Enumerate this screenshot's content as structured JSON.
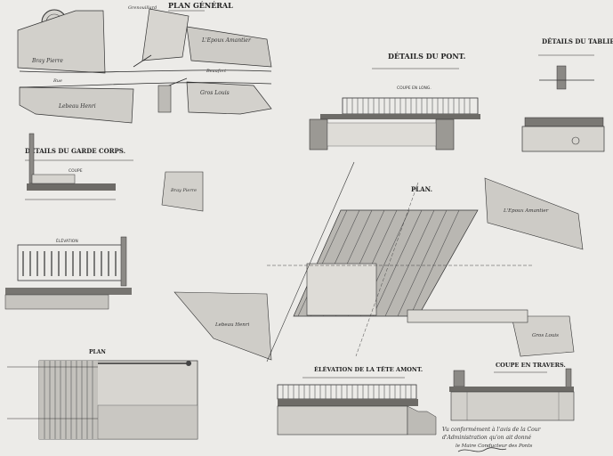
{
  "plan_general": {
    "title": "PLAN GÉNÉRAL",
    "labels": [
      "Grenouillard",
      "L'Epoux Amantier",
      "Beaufort",
      "Bray Pierre",
      "Rue",
      "Gros Louis",
      "Lebeau Henri"
    ]
  },
  "details_pont": {
    "title": "DÉTAILS DU PONT.",
    "coupe_long": "COUPE EN LONG."
  },
  "details_tablier": {
    "title": "DÉTAILS DU TABLIER."
  },
  "details_garde_corps": {
    "title": "DÉTAILS DU GARDE CORPS.",
    "coupe": "COUPE",
    "elevation": "ÉLÉVATION"
  },
  "plan_center": {
    "title": "PLAN.",
    "labels": [
      "L'Epoux Amantier",
      "Bray Pierre",
      "Lebeau Henri",
      "Gros Louis"
    ]
  },
  "plan_left": {
    "title": "PLAN"
  },
  "elevation_tete_amont": {
    "title": "ÉLÉVATION DE LA TÊTE AMONT."
  },
  "coupe_en_travers": {
    "title": "COUPE EN TRAVERS."
  },
  "annotation": {
    "lines": [
      "Vu conformément à l'avis de la Cour",
      "d'Administration qu'on ait donné",
      "le Maire Conducteur des Ponts"
    ]
  },
  "colors": {
    "paper": "#ecebe8",
    "ink": "#2b2b2b",
    "shade": "#c9c7c2"
  }
}
